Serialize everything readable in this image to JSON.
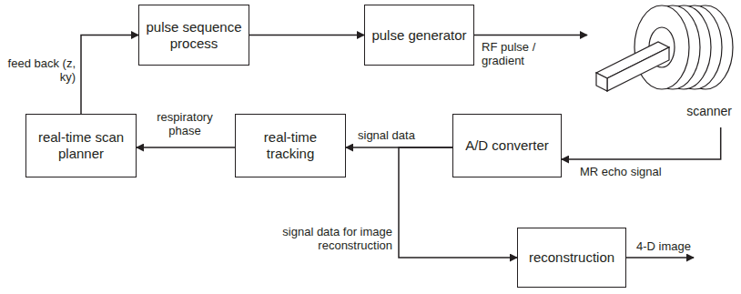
{
  "diagram": {
    "nodes": [
      {
        "text": [
          "pulse sequence process"
        ]
      },
      {
        "text": [
          "pulse generator"
        ]
      },
      {
        "text": [
          "scanner"
        ]
      },
      {
        "text": [
          "real-time scan planner"
        ]
      },
      {
        "text": [
          "real-time tracking"
        ]
      },
      {
        "text": [
          "A/D converter"
        ]
      },
      {
        "text": [
          "reconstruction"
        ]
      }
    ],
    "edges": [
      {
        "from": 3,
        "to": 0,
        "label": "feed back (z, ky)",
        "arrow": "to"
      },
      {
        "from": 0,
        "to": 1,
        "arrow": "to"
      },
      {
        "from": 1,
        "to": 2,
        "label": "RF pulse / gradient",
        "arrow": "to"
      },
      {
        "from": 2,
        "to": 5,
        "label": "MR echo signal",
        "arrow": "to"
      },
      {
        "from": 5,
        "to": 4,
        "label": "signal data",
        "arrow": "to"
      },
      {
        "from": 4,
        "to": 3,
        "label": "respiratory phase",
        "arrow": "to"
      },
      {
        "from": 5,
        "to": 6,
        "label": "signal data for image reconstruction",
        "arrow": "to"
      }
    ],
    "labels": [
      "4-D image"
    ]
  }
}
